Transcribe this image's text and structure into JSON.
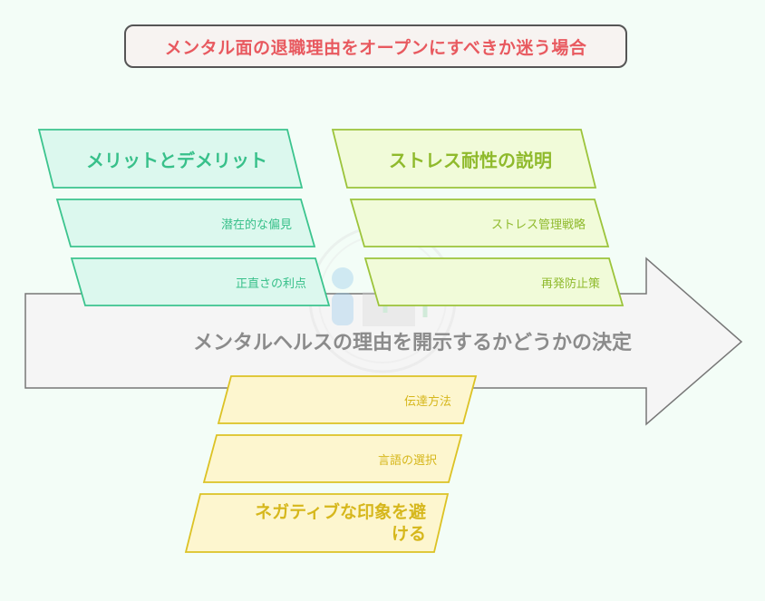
{
  "title": "メンタル面の退職理由をオープンにすべきか迷う場合",
  "main_arrow": {
    "label": "メンタルヘルスの理由を開示するかどうかの決定"
  },
  "categories": [
    {
      "label": "メリットとデメリット",
      "items": [
        "潜在的な偏見",
        "正直さの利点"
      ]
    },
    {
      "label": "ストレス耐性の説明",
      "items": [
        "ストレス管理戦略",
        "再発防止策"
      ]
    },
    {
      "label": "ネガティブな印象を避ける",
      "label_lines": [
        "ネガティブな印象を避",
        "ける"
      ],
      "items": [
        "伝達方法",
        "言語の選択"
      ]
    }
  ],
  "colors": {
    "green_fill": "#dcf8ee",
    "green_stroke": "#3cc48e",
    "lime_fill": "#f1fbd9",
    "lime_stroke": "#9cc43b",
    "yellow_fill": "#fdf6cf",
    "yellow_stroke": "#dcc224",
    "arrow_fill": "#f5f5f5",
    "arrow_stroke": "#777777",
    "title_text": "#e8595f"
  }
}
